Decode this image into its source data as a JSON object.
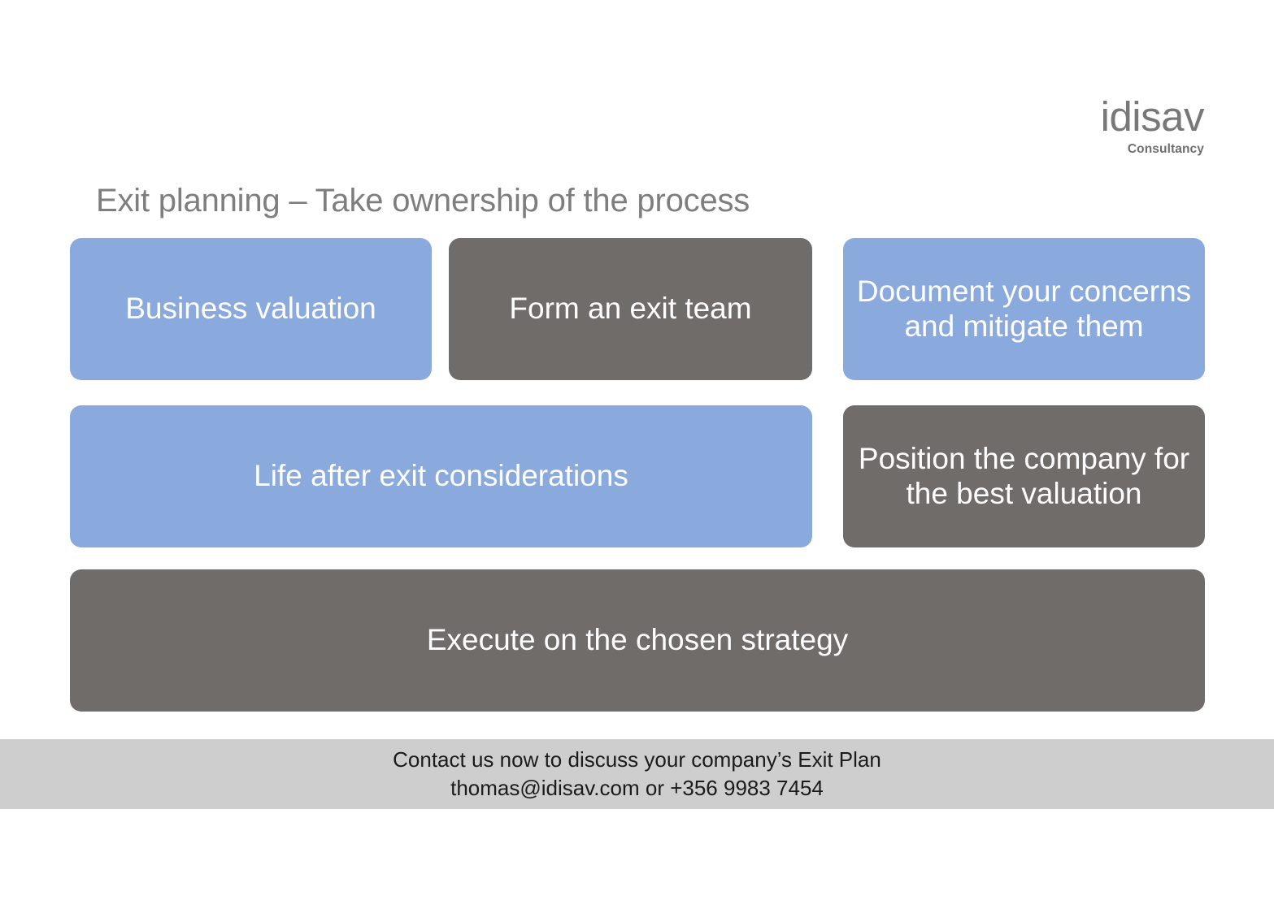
{
  "logo": {
    "name": "idisav",
    "tagline": "Consultancy",
    "color": "#787878"
  },
  "title": "Exit planning – Take ownership of the process",
  "colors": {
    "blue": "#8aa9dd",
    "gray": "#706c6a",
    "footer_band": "#cecece",
    "title_text": "#7e7e7e",
    "box_text": "#ffffff",
    "background": "#ffffff"
  },
  "boxes": {
    "row1": [
      {
        "label": "Business valuation",
        "color": "blue"
      },
      {
        "label": "Form an exit team",
        "color": "gray"
      },
      {
        "label": "Document your concerns and mitigate them",
        "color": "blue"
      }
    ],
    "row2": [
      {
        "label": "Life after exit considerations",
        "color": "blue"
      },
      {
        "label": "Position the company for the best valuation",
        "color": "gray"
      }
    ],
    "row3": [
      {
        "label": "Execute on the chosen strategy",
        "color": "gray"
      }
    ]
  },
  "footer": {
    "line1": "Contact us now to discuss your company’s Exit Plan",
    "line2": "thomas@idisav.com or +356 9983 7454"
  }
}
